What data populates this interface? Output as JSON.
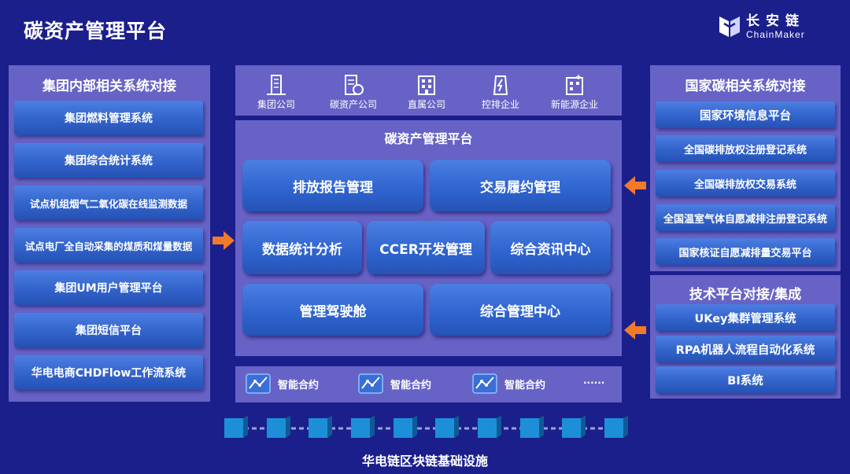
{
  "header": {
    "title": "碳资产管理平台",
    "logo_cn": "长安链",
    "logo_en": "ChainMaker"
  },
  "left_panel": {
    "title": "集团内部相关系统对接",
    "items": [
      "集团燃料管理系统",
      "集团综合统计系统",
      "试点机组烟气二氧化碳在线监测数据",
      "试点电厂全自动采集的煤质和煤量数据",
      "集团UM用户管理平台",
      "集团短信平台",
      "华电电商CHDFlow工作流系统"
    ]
  },
  "entities": [
    "集团公司",
    "碳资产公司",
    "直属公司",
    "控排企业",
    "新能源企业"
  ],
  "platform": {
    "title": "碳资产管理平台",
    "modules": [
      "排放报告管理",
      "交易履约管理",
      "数据统计分析",
      "CCER开发管理",
      "综合资讯中心",
      "管理驾驶舱",
      "综合管理中心"
    ]
  },
  "contracts": {
    "items": [
      "智能合约",
      "智能合约",
      "智能合约"
    ],
    "more": "······"
  },
  "right_panel_national": {
    "title": "国家碳相关系统对接",
    "items": [
      "国家环境信息平台",
      "全国碳排放权注册登记系统",
      "全国碳排放权交易系统",
      "全国温室气体自愿减排注册登记系统",
      "国家核证自愿减排量交易平台"
    ]
  },
  "right_panel_tech": {
    "title": "技术平台对接/集成",
    "items": [
      "UKey集群管理系统",
      "RPA机器人流程自动化系统",
      "BI系统"
    ]
  },
  "footer": {
    "label": "华电链区块链基础设施"
  },
  "colors": {
    "background": "#1b1f8c",
    "panel": "#6763c6",
    "button": "#3263cb",
    "arrow": "#f07a2a",
    "cube": "#1a7fc4"
  }
}
